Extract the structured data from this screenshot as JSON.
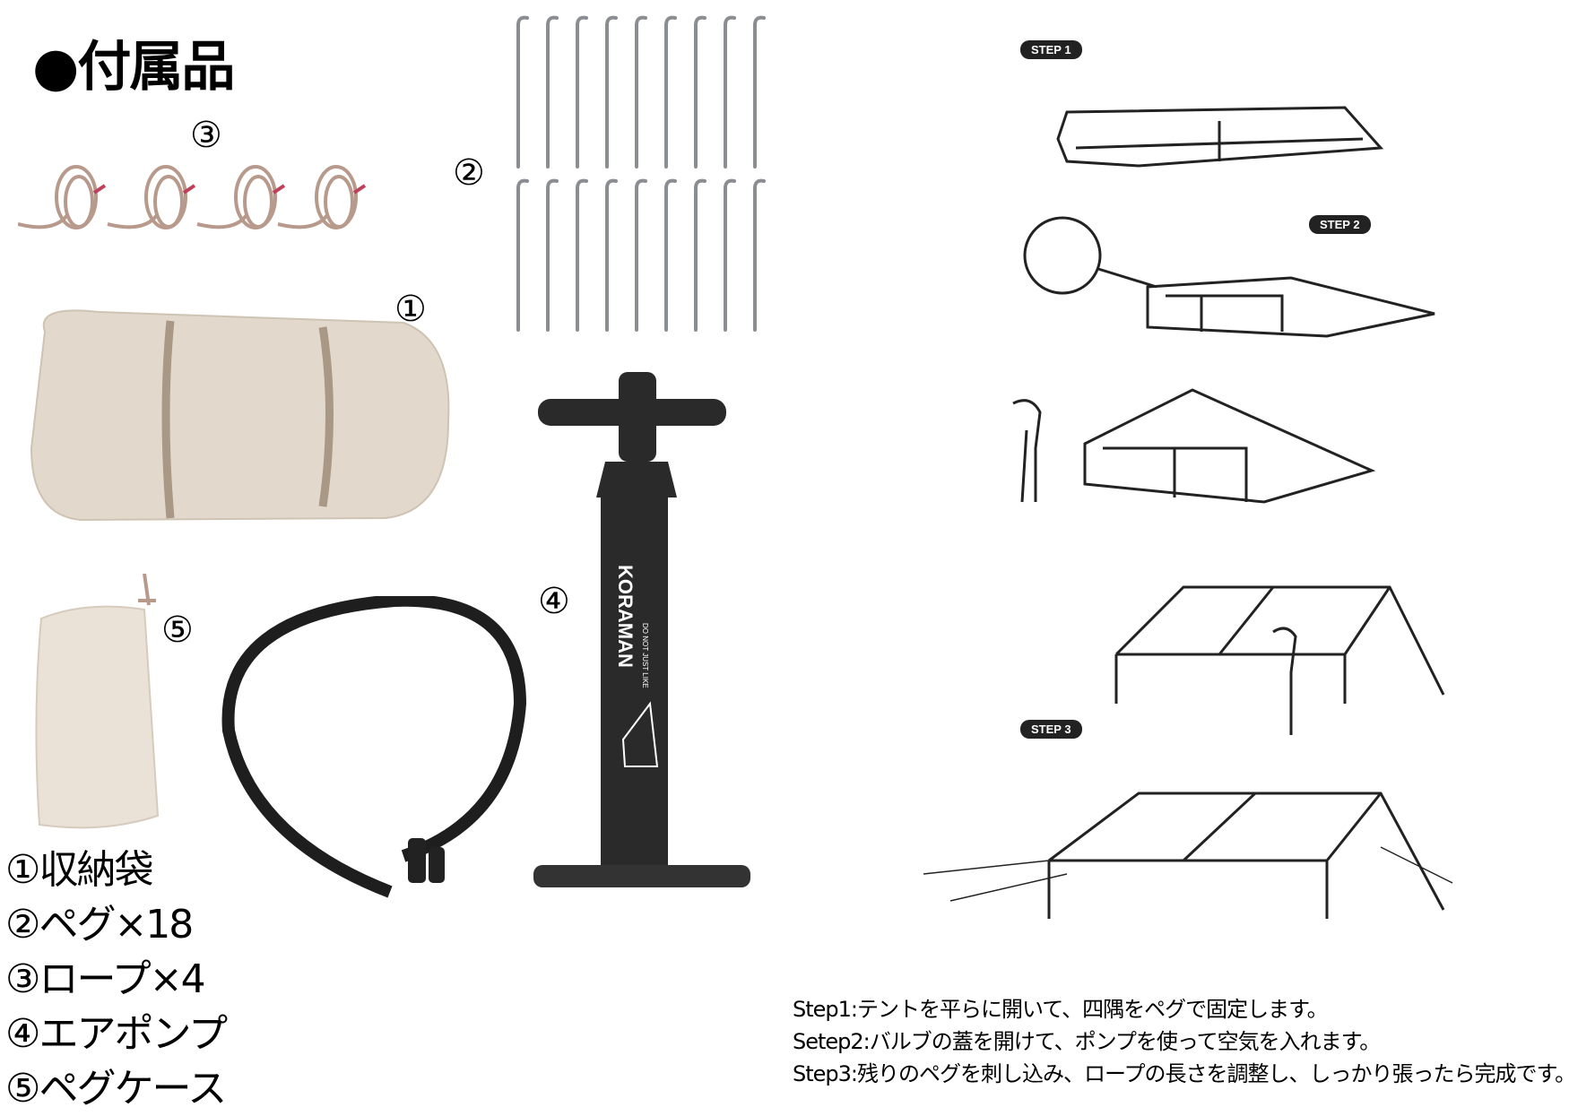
{
  "title": "●付属品",
  "callouts": {
    "bag": "①",
    "pegs": "②",
    "ropes": "③",
    "pump": "④",
    "case": "⑤"
  },
  "pump_brand": "KORAMAN",
  "pump_tagline": "DO NOT JUST LIKE",
  "legend": [
    "①収納袋",
    "②ペグ×18",
    "③ロープ×4",
    "④エアポンプ",
    "⑤ペグケース"
  ],
  "step_badges": [
    "STEP 1",
    "STEP 2",
    "STEP 3"
  ],
  "instructions": [
    "Step1:テントを平らに開いて、四隅をペグで固定します。",
    "Setep2:バルブの蓋を開けて、ポンプを使って空気を入れます。",
    "Step3:残りのペグを刺し込み、ロープの長さを調整し、しっかり張ったら完成です。"
  ],
  "colors": {
    "bag": "#e2d8cc",
    "strap": "#a89884",
    "pump": "#2a2a2a"
  }
}
